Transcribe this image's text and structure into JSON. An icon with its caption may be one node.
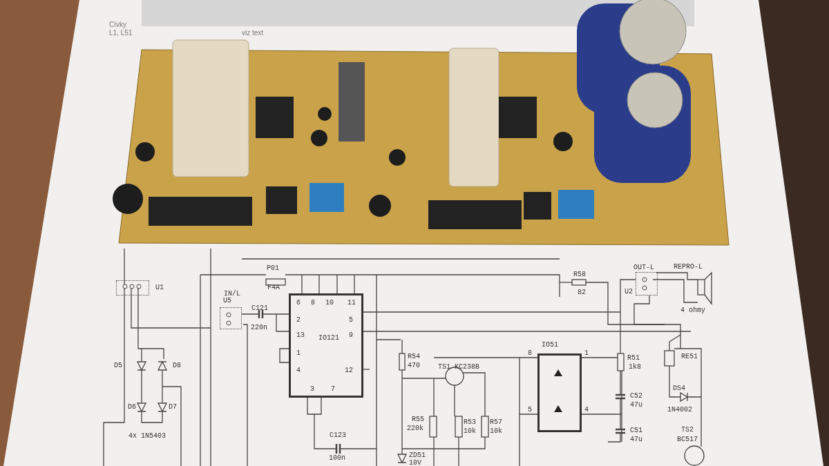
{
  "diagram": {
    "nodes": [
      {
        "text": [],
        "shape": "box",
        "beside": [
          "U1"
        ]
      },
      {
        "text": [],
        "shape": "box",
        "beside": [
          "U5"
        ]
      },
      {
        "text": [
          "6",
          "8",
          "10",
          "11",
          "2",
          "5",
          "13",
          "IO121",
          "9",
          "1",
          "4",
          "12",
          "3",
          "7"
        ]
      },
      {
        "text": [
          "IO51",
          "8",
          "1",
          "5",
          "4"
        ]
      },
      {
        "text": [],
        "shape": "box",
        "beside": [
          "OUT-L",
          "U2"
        ]
      }
    ],
    "edges": [
      {
        "from": 1,
        "to": 2,
        "arrow": "none"
      },
      {
        "from": 2,
        "to": 4,
        "arrow": "none"
      }
    ],
    "labels": [
      "Cívky",
      "L1, L51",
      "viz text",
      "P01",
      "F4A",
      "REPRO-L",
      "R58",
      "82",
      "IN/L",
      "C121",
      "220n",
      "4 ohmy",
      "RE51",
      "R54",
      "470",
      "R51",
      "1k8",
      "D5",
      "D8",
      "TS1 KC238B",
      "D6",
      "D7",
      "DS4",
      "C52",
      "47u",
      "1N4002",
      "R55",
      "220k",
      "R53",
      "10k",
      "R57",
      "10k",
      "4x 1N5403",
      "C51",
      "47u",
      "TS2",
      "BC517",
      "C123",
      "100n",
      "ZD51",
      "10V"
    ]
  }
}
